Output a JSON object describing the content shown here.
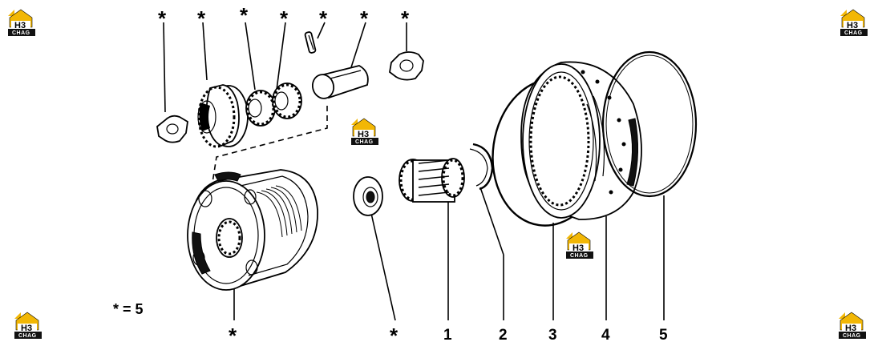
{
  "diagram": {
    "part_labels": [
      "1",
      "2",
      "3",
      "4",
      "5"
    ],
    "star_symbol": "*",
    "legend_text": "* = 5"
  },
  "watermark": {
    "top_text": "H3",
    "bottom_text": "CHAG",
    "accent_color": "#f2b705"
  }
}
